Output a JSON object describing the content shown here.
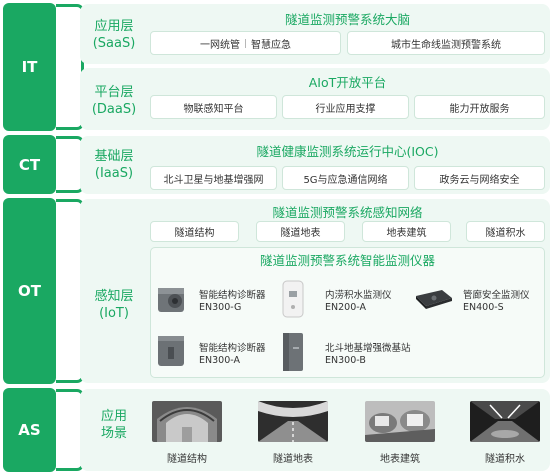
{
  "tiers": [
    {
      "id": "IT",
      "label": "IT"
    },
    {
      "id": "CT",
      "label": "CT"
    },
    {
      "id": "OT",
      "label": "OT"
    },
    {
      "id": "AS",
      "label": "AS"
    }
  ],
  "saas": {
    "name": "应用层",
    "sub": "(SaaS)",
    "title": "隧道监测预警系统大脑",
    "box1_a": "一网统管",
    "box1_b": "智慧应急",
    "box2": "城市生命线监测预警系统"
  },
  "daas": {
    "name": "平台层",
    "sub": "(DaaS)",
    "title": "AIoT开放平台",
    "items": [
      "物联感知平台",
      "行业应用支撑",
      "能力开放服务"
    ]
  },
  "iaas": {
    "name": "基础层",
    "sub": "(IaaS)",
    "title": "隧道健康监测系统运行中心(IOC)",
    "items": [
      "北斗卫星与地基增强网",
      "5G与应急通信网络",
      "政务云与网络安全"
    ]
  },
  "iot": {
    "name": "感知层",
    "sub": "(IoT)",
    "network_title": "隧道监测预警系统感知网络",
    "network_items": [
      "隧道结构",
      "隧道地表",
      "地表建筑",
      "隧道积水"
    ],
    "instrument_title": "隧道监测预警系统智能监测仪器",
    "devices": [
      {
        "name": "智能结构诊断器",
        "model": "EN300-G",
        "icon": "gray-cylinder-sensor-icon"
      },
      {
        "name": "内涝积水监测仪",
        "model": "EN200-A",
        "icon": "white-tower-sensor-icon"
      },
      {
        "name": "管廊安全监测仪",
        "model": "EN400-S",
        "icon": "black-box-sensor-icon"
      },
      {
        "name": "智能结构诊断器",
        "model": "EN300-A",
        "icon": "gray-box-sensor-icon"
      },
      {
        "name": "北斗地基增强微基站",
        "model": "EN300-B",
        "icon": "gray-cabinet-station-icon"
      }
    ]
  },
  "scenes": {
    "name": "应用\n场景",
    "name_l1": "应用",
    "name_l2": "场景",
    "items": [
      {
        "label": "隧道结构",
        "icon": "tunnel-construction-photo"
      },
      {
        "label": "隧道地表",
        "icon": "tunnel-road-photo"
      },
      {
        "label": "地表建筑",
        "icon": "surface-building-photo"
      },
      {
        "label": "隧道积水",
        "icon": "tunnel-water-photo"
      }
    ]
  },
  "colors": {
    "accent": "#1aa862",
    "layer_bg": "#eef8f3",
    "box_border": "#cfe6da"
  }
}
